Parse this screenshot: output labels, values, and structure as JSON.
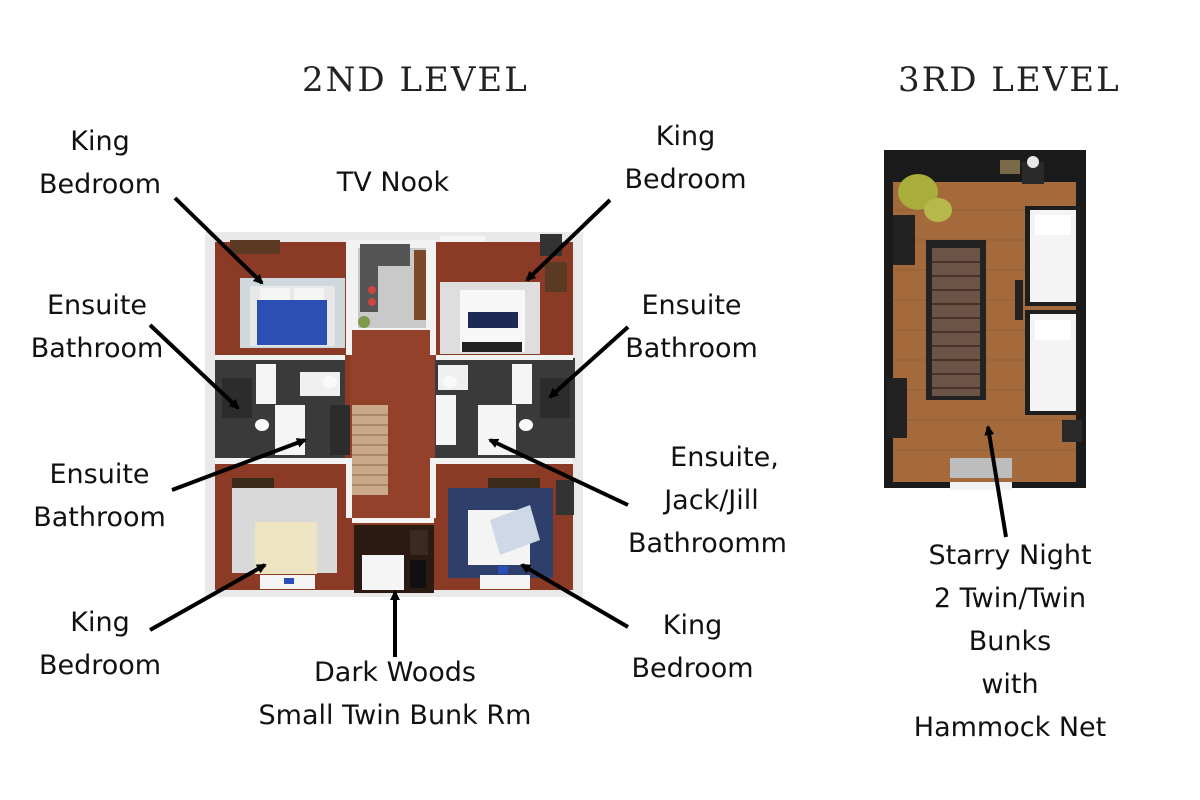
{
  "headings": {
    "level2": "2ND LEVEL",
    "level3": "3RD LEVEL"
  },
  "labels": {
    "king_top_left": [
      "King",
      "Bedroom"
    ],
    "tv_nook": "TV Nook",
    "king_top_right": [
      "King",
      "Bedroom"
    ],
    "ensuite_left_1": [
      "Ensuite",
      "Bathroom"
    ],
    "ensuite_right_1": [
      "Ensuite",
      "Bathroom"
    ],
    "ensuite_left_2": [
      "Ensuite",
      "Bathroom"
    ],
    "ensuite_jack_jill": [
      "Ensuite,",
      "Jack/Jill",
      "Bathroomm"
    ],
    "king_bottom_left": [
      "King",
      "Bedroom"
    ],
    "king_bottom_right": [
      "King",
      "Bedroom"
    ],
    "bunk_room": [
      "Dark Woods",
      "Small Twin Bunk Rm"
    ],
    "starry_night": [
      "Starry Night",
      "2 Twin/Twin",
      "Bunks",
      "with",
      "Hammock Net"
    ]
  },
  "colors": {
    "wood_floor": "#8b3a26",
    "tile": "#3a3a3a",
    "wall": "#f2f2f2",
    "rug": "#cfd8dc",
    "bed_blue": "#2b4fb5",
    "attic_floor": "#a56a3c",
    "attic_wall": "#1a1a1a"
  }
}
